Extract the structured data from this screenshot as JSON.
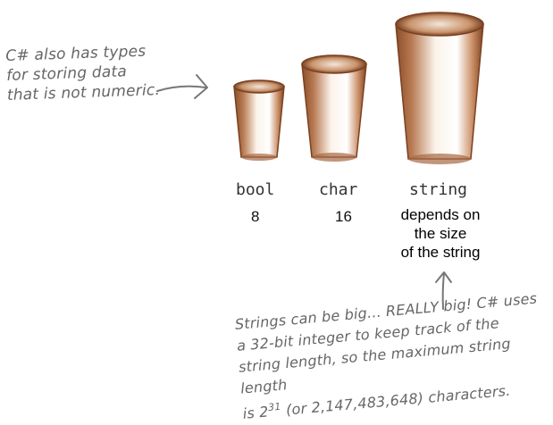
{
  "left_note": {
    "lines": [
      "C# also has types",
      "for storing data",
      "that is not numeric."
    ]
  },
  "types": [
    {
      "name": "bool",
      "size": "8"
    },
    {
      "name": "char",
      "size": "16"
    },
    {
      "name": "string",
      "size_lines": [
        "depends on",
        "the size",
        "of the string"
      ]
    }
  ],
  "bottom_note": {
    "lines": [
      "Strings can be big... REALLY big! C# uses",
      "a 32-bit integer to keep track of the",
      "string length, so the maximum string length"
    ],
    "last_line_prefix": "is 2",
    "exponent": "31",
    "last_line_suffix": " (or 2,147,483,648) characters."
  },
  "colors": {
    "cup_brown": "#9a5a32",
    "cup_highlight": "#f6e9dc",
    "ink": "#666666"
  }
}
